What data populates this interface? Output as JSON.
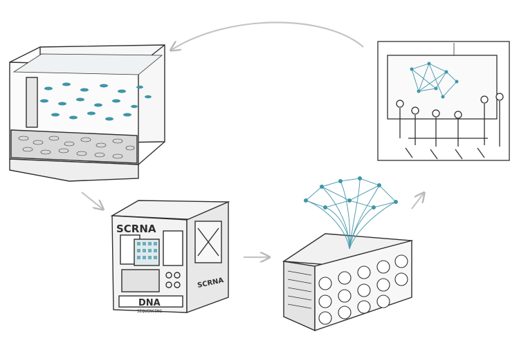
{
  "colors": {
    "ink": "#2e2e2e",
    "teal": "#3f95a8",
    "arrow": "#b9b9b9",
    "paper": "#ffffff"
  },
  "nodes": [
    {
      "id": "aquarium",
      "icon": "fish-tank-icon"
    },
    {
      "id": "sequencer",
      "icon": "sequencer-machine-icon"
    },
    {
      "id": "compute",
      "icon": "server-network-icon"
    },
    {
      "id": "team",
      "icon": "research-team-icon"
    }
  ],
  "sequencer": {
    "front_label": "SCRNA",
    "side_label": "SCRNA",
    "bottom_label": "DNA",
    "bottom_sublabel": "SEQUENCING"
  }
}
